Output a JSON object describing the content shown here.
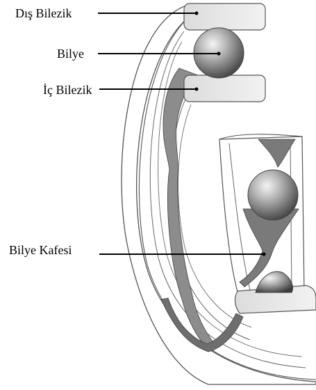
{
  "labels": {
    "outer_ring": "Dış Bilezik",
    "ball": "Bilye",
    "inner_ring": "İç Bilezik",
    "ball_cage": "Bilye Kafesi"
  }
}
